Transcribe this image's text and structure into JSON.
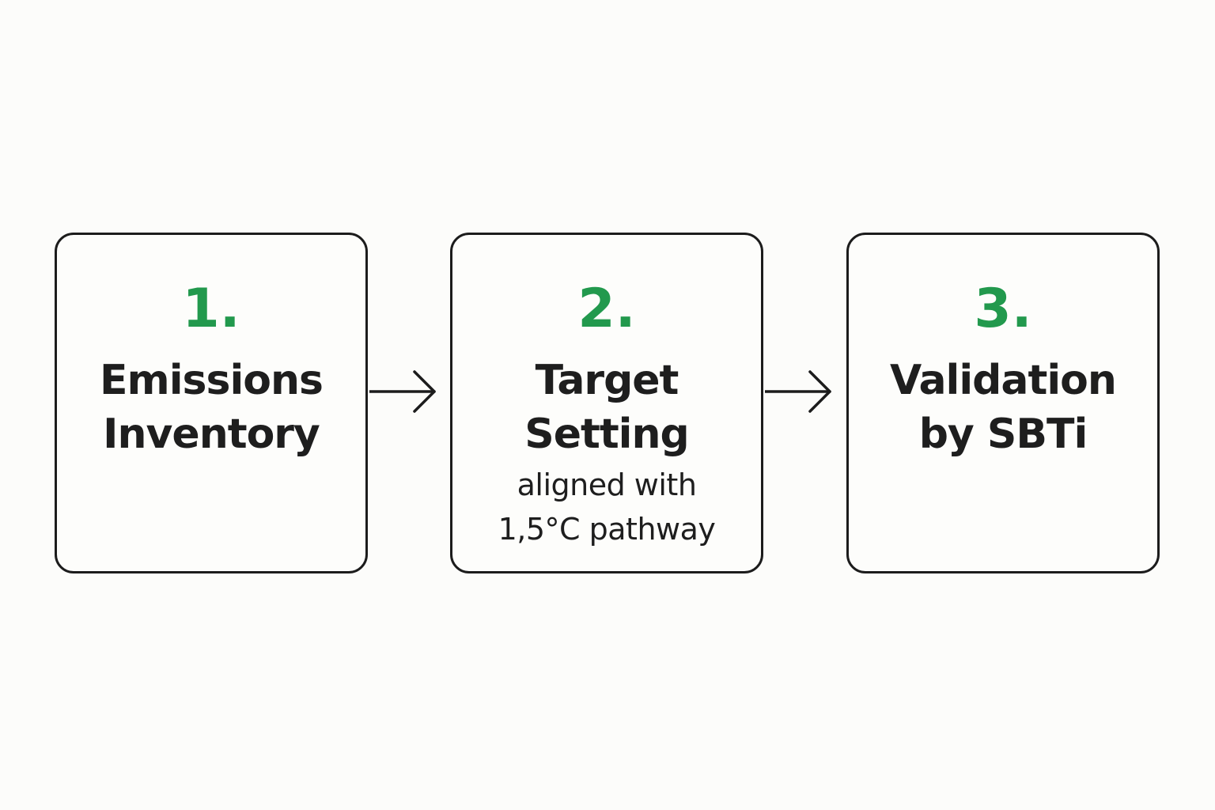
{
  "steps": [
    {
      "number": "1.",
      "title_lines": [
        "Emissions",
        "Inventory"
      ],
      "subtitle_lines": []
    },
    {
      "number": "2.",
      "title_lines": [
        "Target",
        "Setting"
      ],
      "subtitle_lines": [
        "aligned with",
        "1,5°C pathway"
      ]
    },
    {
      "number": "3.",
      "title_lines": [
        "Validation",
        "by SBTi"
      ],
      "subtitle_lines": []
    }
  ],
  "colors": {
    "number": "#22994d",
    "text": "#1e1e1e",
    "border": "#1c1c1c",
    "background": "#fcfcfa"
  },
  "icons": {
    "connector": "arrow-right-icon"
  }
}
